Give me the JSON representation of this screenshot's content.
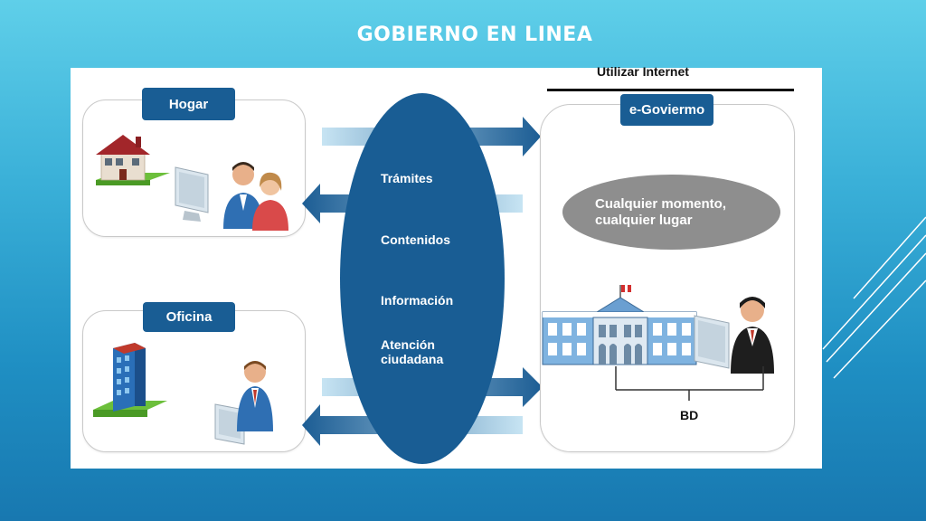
{
  "slide": {
    "title": "GOBIERNO EN LINEA"
  },
  "diagram": {
    "header": "Utilizar Internet",
    "left_boxes": [
      {
        "label": "Hogar"
      },
      {
        "label": "Oficina"
      }
    ],
    "center_items": [
      "Trámites",
      "Contenidos",
      "Información",
      "Atención\nciudadana"
    ],
    "right_box": {
      "label": "e-Goviermo",
      "bubble_line1": "Cualquier momento,",
      "bubble_line2": "cualquier lugar",
      "bd_label": "BD"
    }
  },
  "colors": {
    "background_top": "#5fcfe9",
    "background_bottom": "#1878b0",
    "ellipse": "#195d94",
    "pill": "#195d94",
    "bubble": "#8e8e8e"
  }
}
